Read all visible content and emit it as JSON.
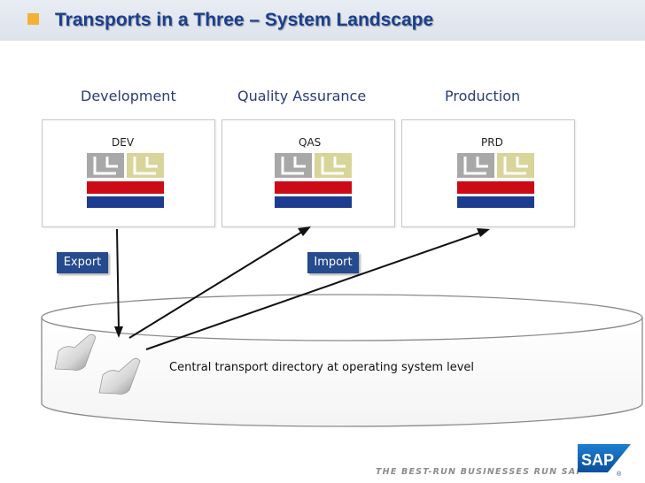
{
  "slide": {
    "title": "Transports in a Three – System Landscape"
  },
  "columns": [
    {
      "heading": "Development",
      "system": "DEV"
    },
    {
      "heading": "Quality Assurance",
      "system": "QAS"
    },
    {
      "heading": "Production",
      "system": "PRD"
    }
  ],
  "labels": {
    "export": "Export",
    "import": "Import"
  },
  "directory": {
    "label": "Central transport directory at operating system level"
  },
  "footer": {
    "tagline": "THE BEST-RUN BUSINESSES RUN SAP",
    "trademark": "™",
    "logo_text": "SAP",
    "registered": "®"
  },
  "colors": {
    "title_blue": "#1b3f8f",
    "red_band": "#cc0b16",
    "blue_band": "#1e3c8f",
    "gray_block": "#a8a8a8",
    "khaki_block": "#d8d49a",
    "sap_blue": "#0a64b4"
  }
}
